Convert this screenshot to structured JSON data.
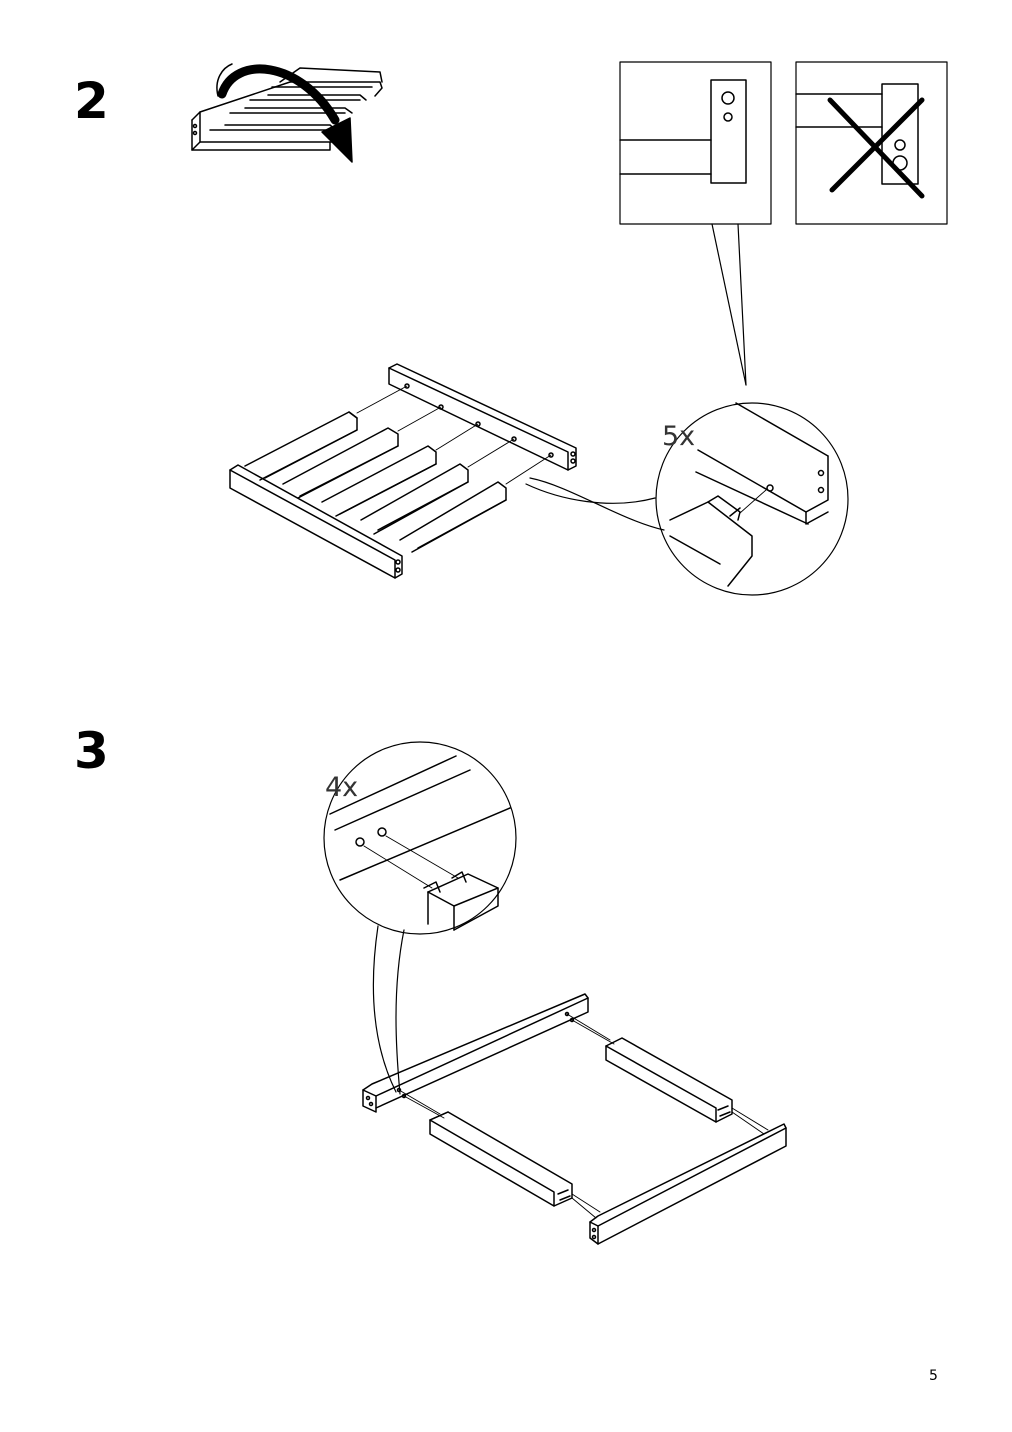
{
  "steps": [
    {
      "number": "2",
      "quantity": "5x"
    },
    {
      "number": "3",
      "quantity": "4x"
    }
  ],
  "page_number": "5",
  "icons": [
    "rotate-arrow-icon",
    "correct-orientation-detail",
    "wrong-orientation-detail",
    "cross-mark-icon",
    "magnifier-callout"
  ]
}
